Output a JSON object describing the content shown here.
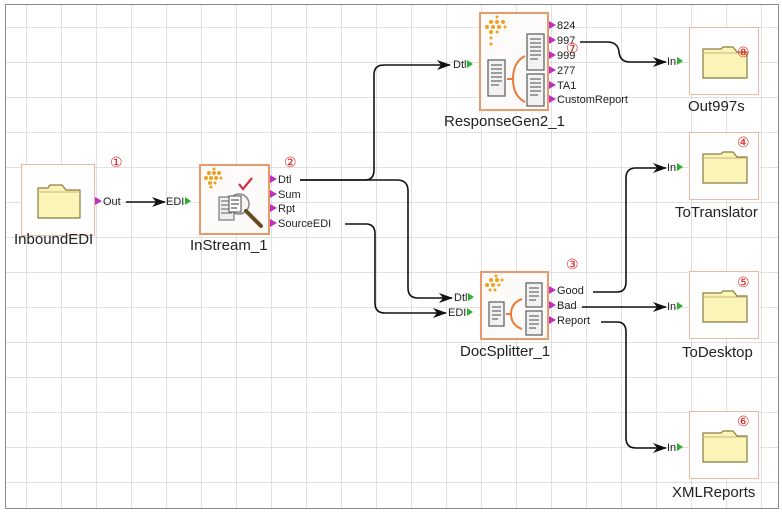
{
  "diagram": {
    "nodes": {
      "inbound": {
        "label": "InboundEDI",
        "badge": "①",
        "out_port": "Out",
        "icon": "folder-icon"
      },
      "instream": {
        "label": "InStream_1",
        "badge": "②",
        "in_port": "EDI",
        "out_ports": [
          "Dtl",
          "Sum",
          "Rpt",
          "SourceEDI"
        ],
        "icon": "inspect-document-icon"
      },
      "responsegen": {
        "label": "ResponseGen2_1",
        "badge": "⑦",
        "in_port": "Dtl",
        "out_ports": [
          "824",
          "997",
          "999",
          "277",
          "TA1",
          "CustomReport"
        ],
        "icon": "document-split-icon"
      },
      "docsplitter": {
        "label": "DocSplitter_1",
        "badge": "③",
        "in_ports": [
          "Dtl",
          "EDI"
        ],
        "out_ports": [
          "Good",
          "Bad",
          "Report"
        ],
        "icon": "document-split-icon"
      },
      "out997s": {
        "label": "Out997s",
        "badge": "⑧",
        "in_port": "In",
        "icon": "folder-icon"
      },
      "totranslator": {
        "label": "ToTranslator",
        "badge": "④",
        "in_port": "In",
        "icon": "folder-icon"
      },
      "todesktop": {
        "label": "ToDesktop",
        "badge": "⑤",
        "in_port": "In",
        "icon": "folder-icon"
      },
      "xmlreports": {
        "label": "XMLReports",
        "badge": "⑥",
        "in_port": "In",
        "icon": "folder-icon"
      }
    },
    "connections": [
      {
        "from": "InboundEDI.Out",
        "to": "InStream_1.EDI"
      },
      {
        "from": "InStream_1.Dtl",
        "to": "ResponseGen2_1.Dtl"
      },
      {
        "from": "InStream_1.Dtl",
        "to": "DocSplitter_1.Dtl"
      },
      {
        "from": "InStream_1.SourceEDI",
        "to": "DocSplitter_1.EDI"
      },
      {
        "from": "ResponseGen2_1.997",
        "to": "Out997s.In"
      },
      {
        "from": "DocSplitter_1.Good",
        "to": "ToTranslator.In"
      },
      {
        "from": "DocSplitter_1.Bad",
        "to": "ToDesktop.In"
      },
      {
        "from": "DocSplitter_1.Report",
        "to": "XMLReports.In"
      }
    ],
    "colors": {
      "output_port": "#c030c0",
      "input_port": "#30b030",
      "badge": "#e02020",
      "process_border": "#e89a6a",
      "folder_fill": "#faf4b8",
      "wire": "#111111"
    }
  }
}
